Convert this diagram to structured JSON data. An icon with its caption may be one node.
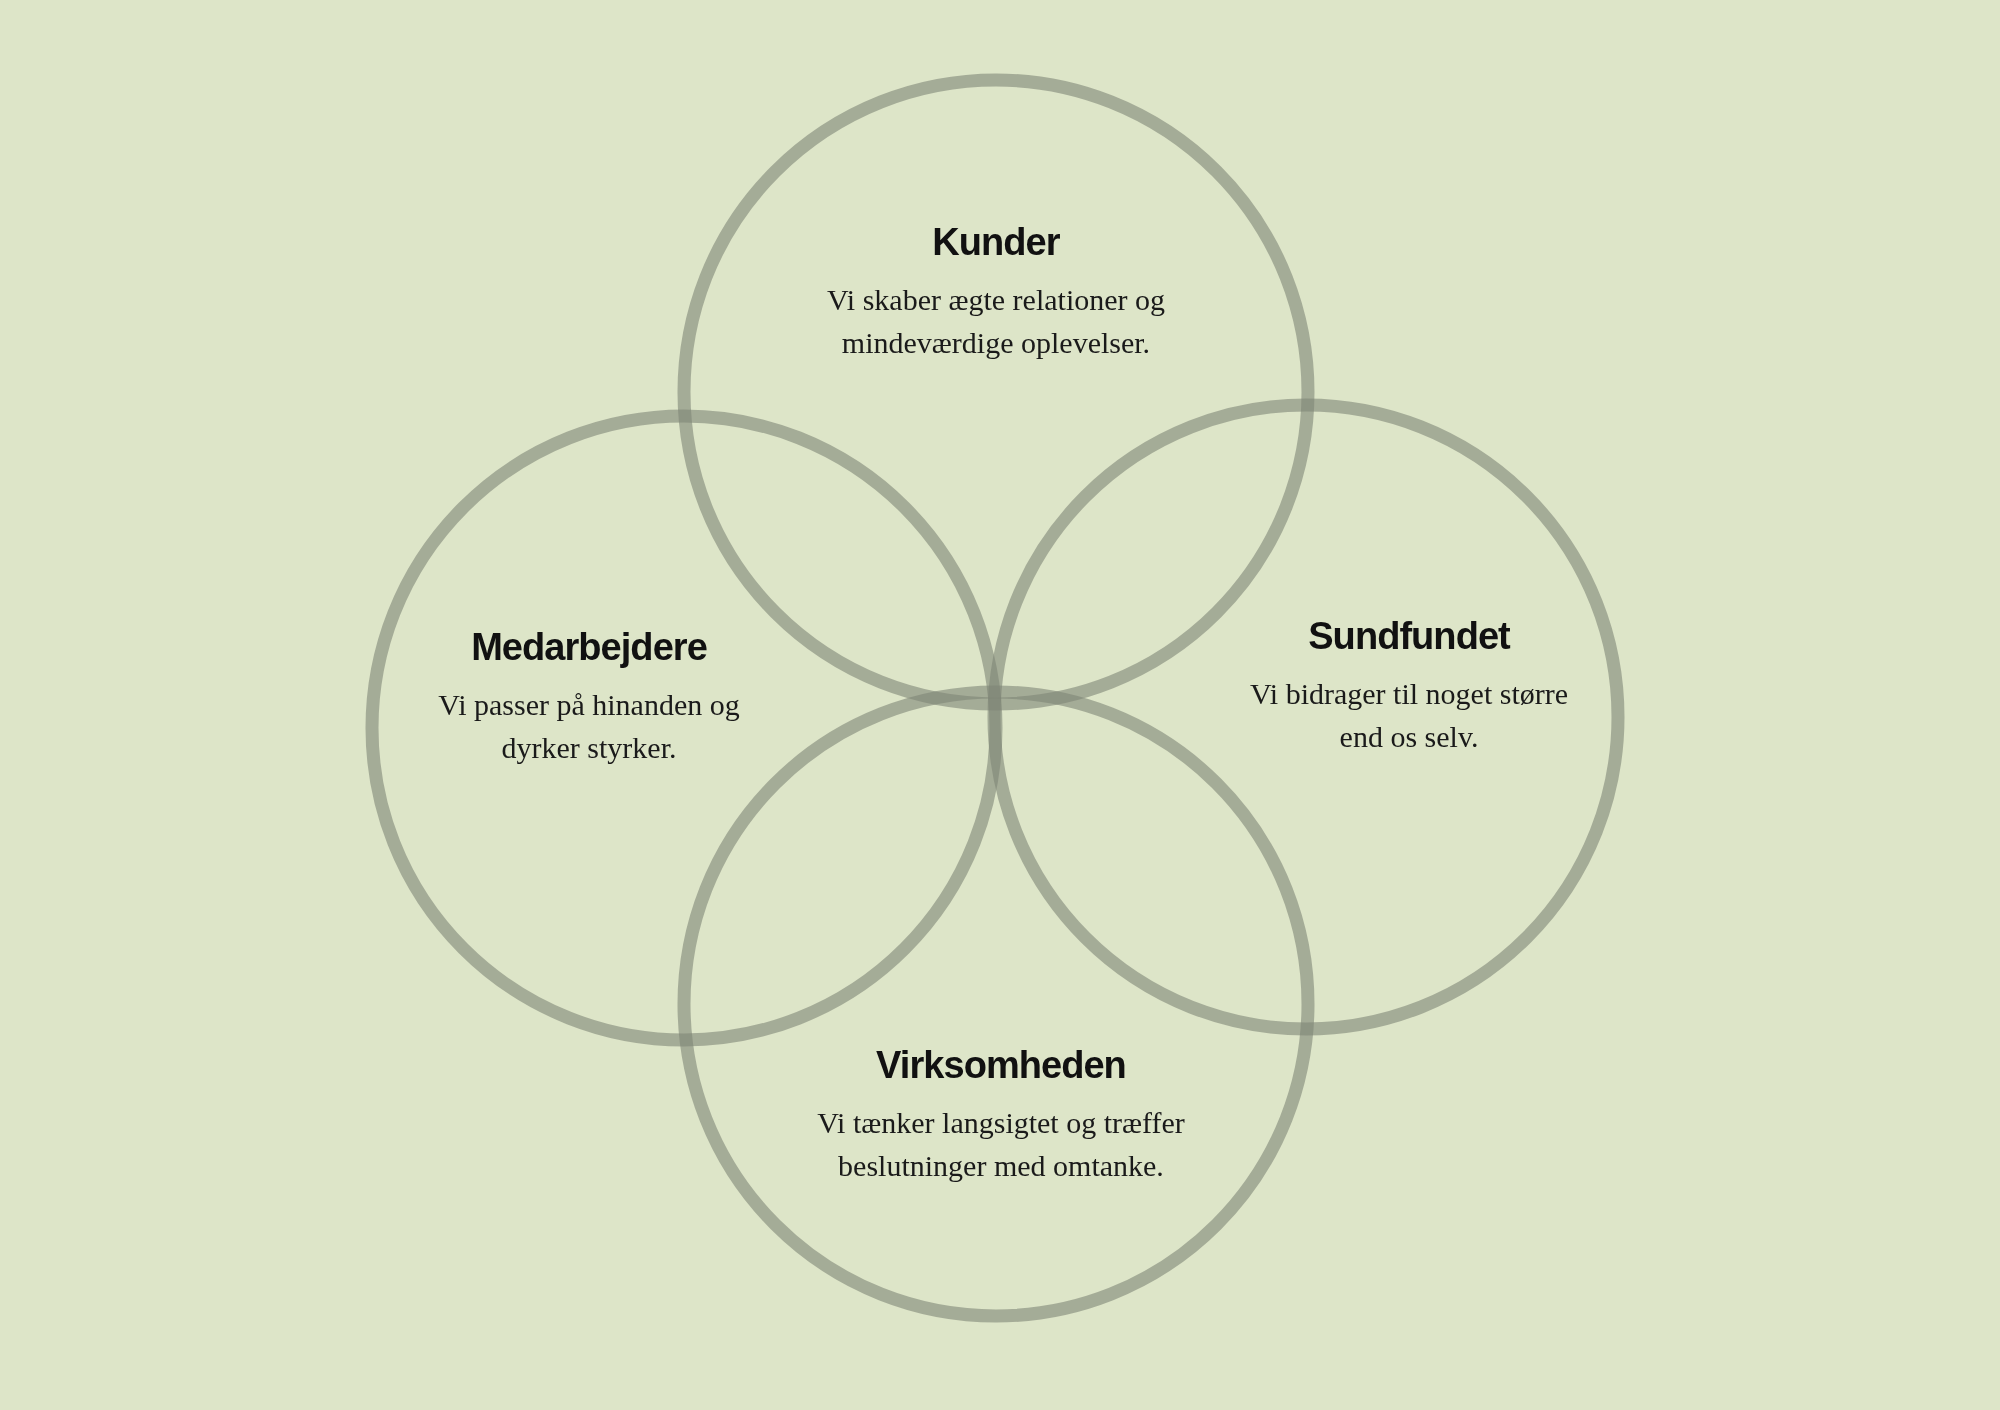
{
  "diagram": {
    "nodes": [
      {
        "text": [
          "Kunder",
          "Vi skaber ægte relationer og mindeværdige oplevelser."
        ]
      },
      {
        "text": [
          "Medarbejdere",
          "Vi passer på hinanden og dyrker styrker."
        ]
      },
      {
        "text": [
          "Sundfundet",
          "Vi bidrager til noget større end os selv."
        ]
      },
      {
        "text": [
          "Virksomheden",
          "Vi tænker langsigtet og træffer beslutninger med omtanke."
        ]
      }
    ]
  }
}
